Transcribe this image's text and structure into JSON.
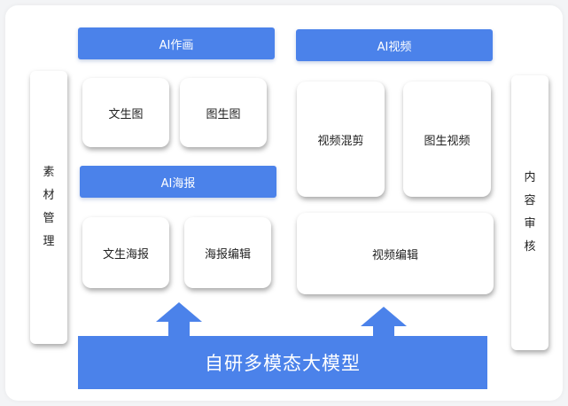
{
  "left_sidebar": {
    "chars": [
      "素",
      "材",
      "管",
      "理"
    ]
  },
  "right_sidebar": {
    "chars": [
      "内",
      "容",
      "审",
      "核"
    ]
  },
  "ai_painting": {
    "header": "AI作画",
    "items": [
      "文生图",
      "图生图"
    ]
  },
  "ai_poster": {
    "header": "AI海报",
    "items": [
      "文生海报",
      "海报编辑"
    ]
  },
  "ai_video": {
    "header": "AI视频",
    "items": [
      "视频混剪",
      "图生视频",
      "视频编辑"
    ]
  },
  "base": {
    "label": "自研多模态大模型"
  },
  "colors": {
    "accent": "#4b82ea",
    "background": "#ffffff"
  }
}
